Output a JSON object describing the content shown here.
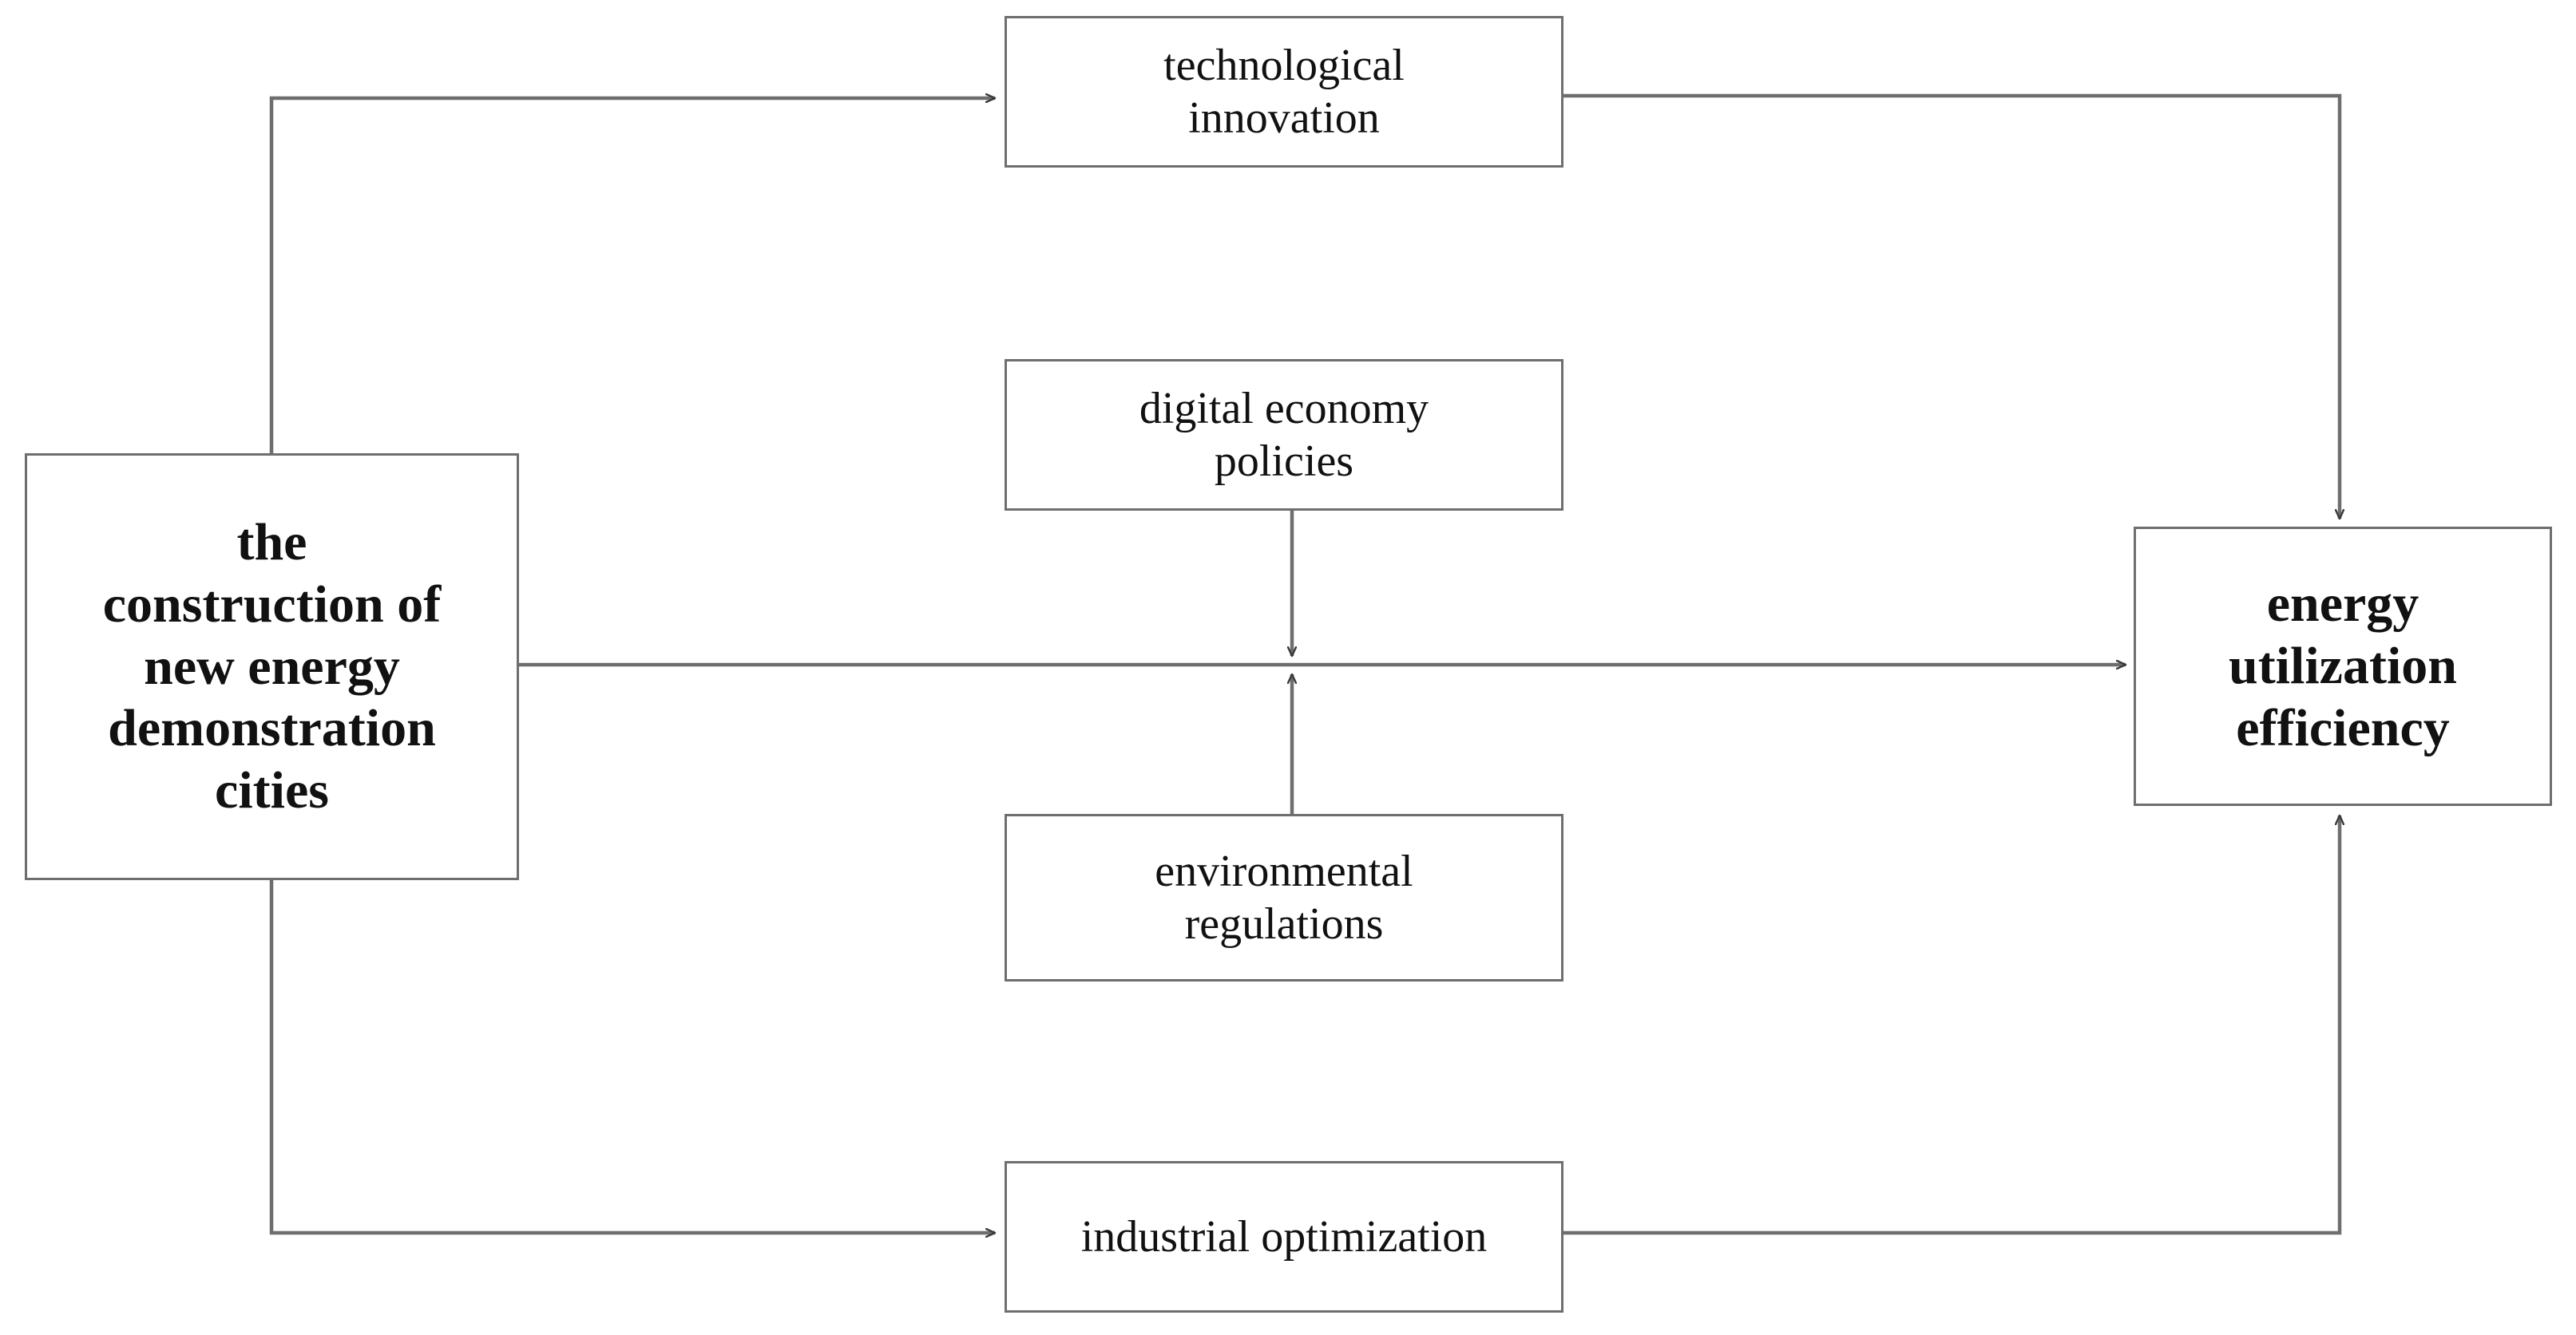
{
  "diagram": {
    "type": "flow-diagram",
    "title": "",
    "background_color": "#ffffff",
    "line_color": "#6e6e6e",
    "text_color": "#111111",
    "nodes": [
      {
        "id": "source",
        "label": "the\nconstruction of\nnew energy\ndemonstration\ncities",
        "role": "independent-variable",
        "emphasis": "bold"
      },
      {
        "id": "tech",
        "label": "technological\ninnovation",
        "role": "mediator",
        "emphasis": "normal"
      },
      {
        "id": "digital",
        "label": "digital economy\npolicies",
        "role": "moderator",
        "emphasis": "normal"
      },
      {
        "id": "environ",
        "label": "environmental\nregulations",
        "role": "moderator",
        "emphasis": "normal"
      },
      {
        "id": "industrial",
        "label": "industrial optimization",
        "role": "mediator",
        "emphasis": "normal"
      },
      {
        "id": "outcome",
        "label": "energy\nutilization\nefficiency",
        "role": "dependent-variable",
        "emphasis": "bold"
      }
    ],
    "edges": [
      {
        "id": "source-to-tech",
        "from": "source",
        "to": "tech",
        "style": "elbow",
        "arrow": "to"
      },
      {
        "id": "tech-to-outcome",
        "from": "tech",
        "to": "outcome",
        "style": "elbow",
        "arrow": "to"
      },
      {
        "id": "source-to-outcome",
        "from": "source",
        "to": "outcome",
        "style": "straight",
        "arrow": "to"
      },
      {
        "id": "digital-to-main-path",
        "from": "digital",
        "to": "source-to-outcome",
        "style": "straight",
        "arrow": "to"
      },
      {
        "id": "environ-to-main-path",
        "from": "environ",
        "to": "source-to-outcome",
        "style": "straight",
        "arrow": "to"
      },
      {
        "id": "source-to-industrial",
        "from": "source",
        "to": "industrial",
        "style": "elbow",
        "arrow": "to"
      },
      {
        "id": "industrial-to-outcome",
        "from": "industrial",
        "to": "outcome",
        "style": "elbow",
        "arrow": "to"
      }
    ]
  }
}
